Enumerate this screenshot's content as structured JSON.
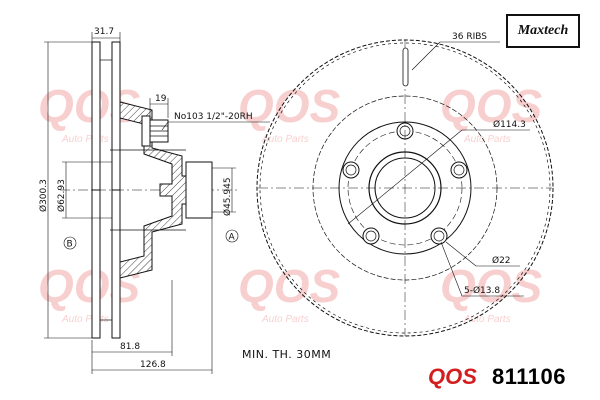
{
  "brand": {
    "name": "Maxtech"
  },
  "watermark": {
    "logo": "QOS",
    "tagline": "Auto Parts"
  },
  "dimensions": {
    "ribs": "36 RIBS",
    "hub_width": "31.7",
    "stud_len": "19",
    "stud_spec": "No103 1/2\"-20RH",
    "outer_dia": "Ø300.3",
    "hub_bore": "Ø62.93",
    "center_dia": "Ø45.945",
    "pcd": "Ø114.3",
    "center_hole": "Ø22",
    "bolt_holes": "5-Ø13.8",
    "offset_a": "81.8",
    "offset_b": "126.8",
    "datum_a": "A",
    "datum_b": "B"
  },
  "note": "MIN. TH. 30MM",
  "part_number": "811106",
  "colors": {
    "watermark": "#f4a9a9",
    "line": "#111111",
    "logo_red": "#d21e1e"
  },
  "icons": [
    "maxtech-logo",
    "qos-logo",
    "disc-front-view",
    "disc-section-view"
  ]
}
